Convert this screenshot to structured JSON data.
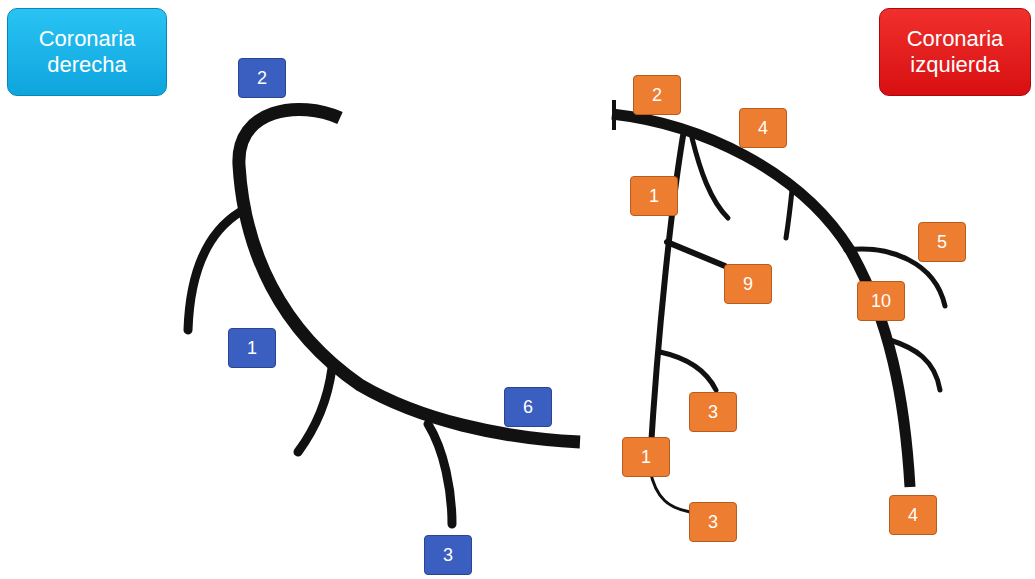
{
  "diagram": {
    "nodes": [
      {
        "text": [
          "Coronaria derecha"
        ]
      },
      {
        "text": [
          "Coronaria izquierda"
        ]
      },
      {
        "text": [
          "2"
        ]
      },
      {
        "text": [
          "1"
        ]
      },
      {
        "text": [
          "6"
        ]
      },
      {
        "text": [
          "3"
        ]
      },
      {
        "text": [
          "2"
        ]
      },
      {
        "text": [
          "4"
        ]
      },
      {
        "text": [
          "1"
        ]
      },
      {
        "text": [
          "9"
        ]
      },
      {
        "text": [
          "5"
        ]
      },
      {
        "text": [
          "10"
        ]
      },
      {
        "text": [
          "3"
        ]
      },
      {
        "text": [
          "1"
        ]
      },
      {
        "text": [
          "3"
        ]
      },
      {
        "text": [
          "4"
        ]
      }
    ]
  }
}
